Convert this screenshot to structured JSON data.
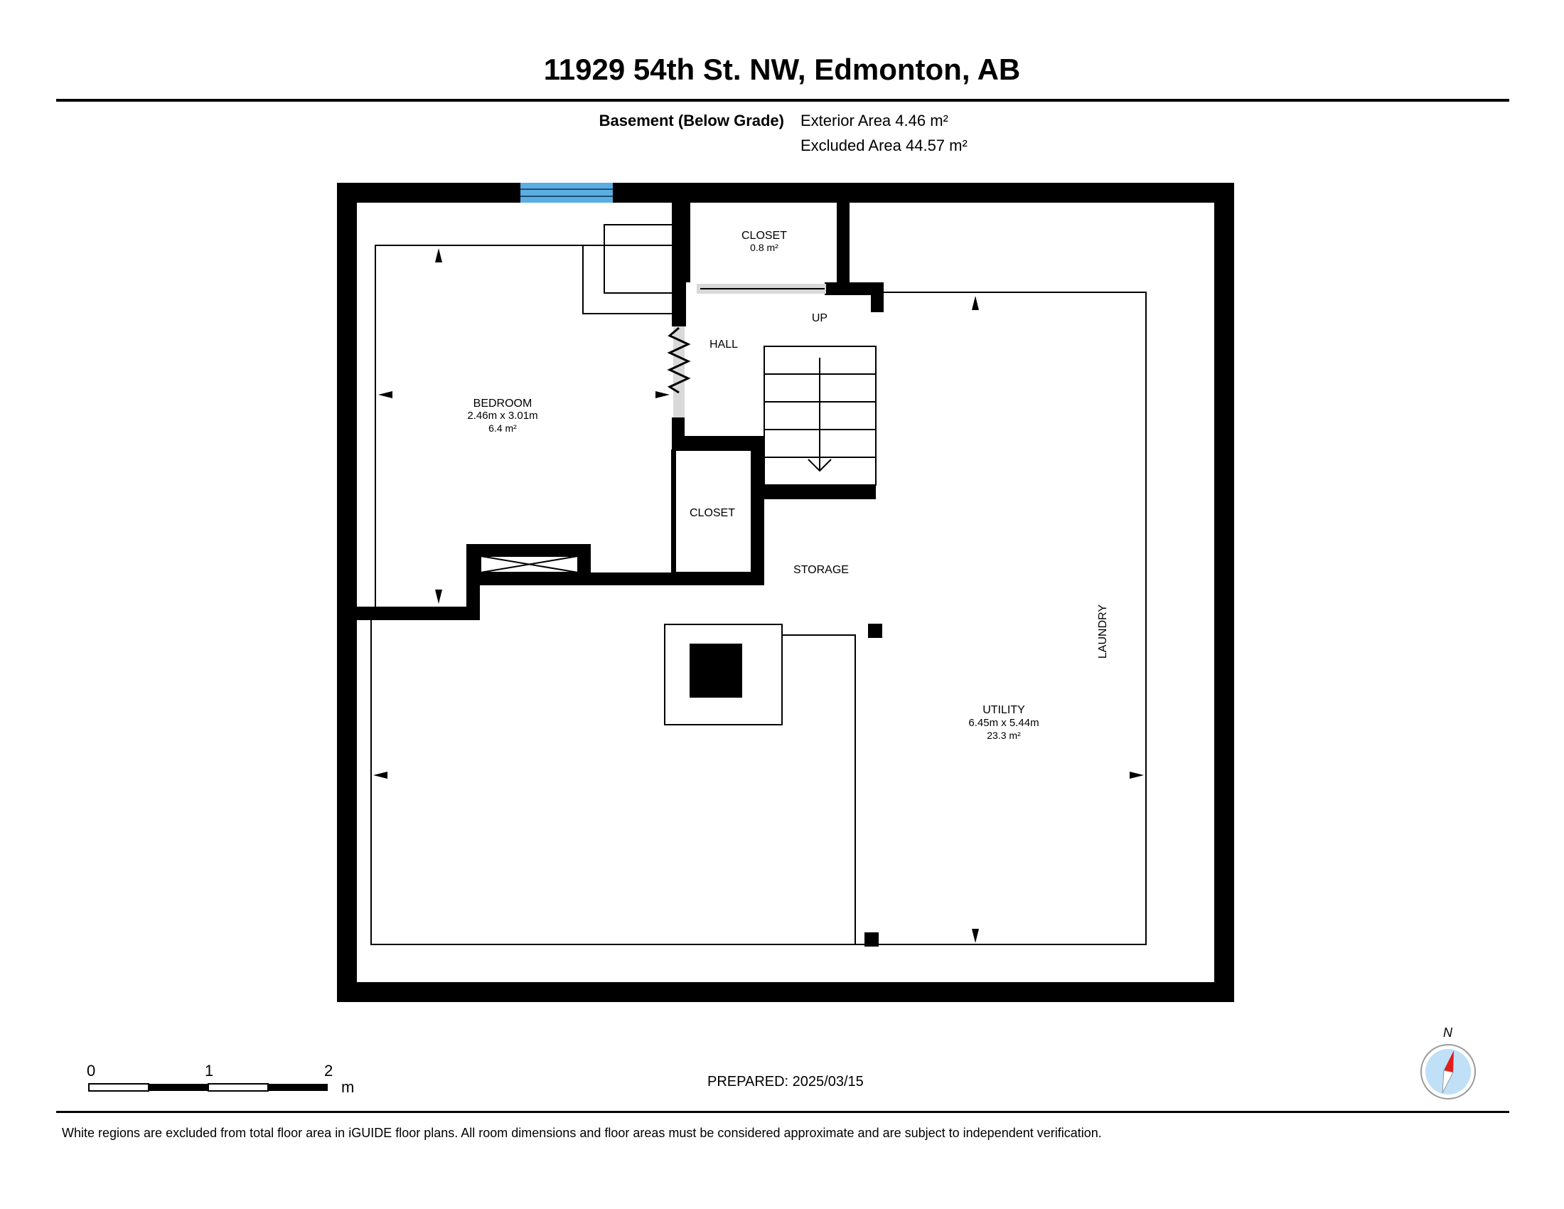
{
  "header": {
    "title": "11929 54th St. NW, Edmonton, AB",
    "level_name": "Basement (Below Grade)",
    "exterior_area": "Exterior Area 4.46 m²",
    "excluded_area": "Excluded Area 44.57 m²"
  },
  "rooms": {
    "closet_top_name": "CLOSET",
    "closet_top_area": "0.8 m²",
    "hall_name": "HALL",
    "stairs_label": "UP",
    "bedroom_name": "BEDROOM",
    "bedroom_dims": "2.46m x 3.01m",
    "bedroom_area": "6.4 m²",
    "closet_mid_name": "CLOSET",
    "storage_name": "STORAGE",
    "laundry_name": "LAUNDRY",
    "utility_name": "UTILITY",
    "utility_dims": "6.45m x 5.44m",
    "utility_area": "23.3 m²"
  },
  "scale_bar": {
    "ticks": [
      "0",
      "1",
      "2"
    ],
    "unit": "m"
  },
  "compass": {
    "letter": "N"
  },
  "footer": {
    "prepared": "PREPARED: 2025/03/15",
    "disclaimer": "White regions are excluded from total floor area in iGUIDE floor plans. All room dimensions and floor areas must be considered approximate and are subject to independent verification."
  },
  "colors": {
    "wall": "#000000",
    "window": "#5aaee0",
    "door_opening": "#d9d9d9",
    "compass_fill": "#bfe0f7",
    "compass_needle": "#e11d1d"
  }
}
